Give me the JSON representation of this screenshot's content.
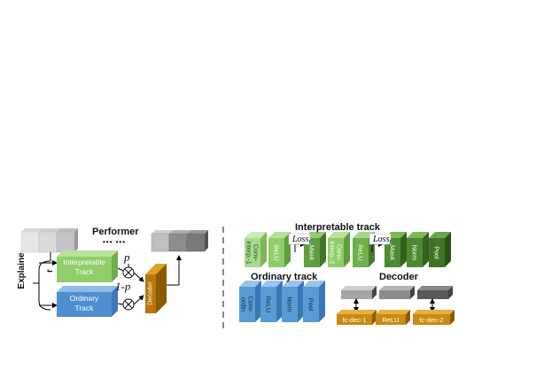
{
  "left": {
    "performer_label": "Performer",
    "dots": "••• •••",
    "explainer_label": "Explaine\nr",
    "interpretable_track": "Interpretable\nTrack",
    "ordinary_track": "Ordinary\nTrack",
    "p_label": "p",
    "one_minus_p_label": "1-p",
    "decoder_label": "Decoder"
  },
  "right": {
    "interpretable_title": "Interpretable track",
    "interpretable_layers": [
      "Conv-\ninterp.-1",
      "ReLU",
      "Mask",
      "Conv-\ninterp.-2",
      "ReLU",
      "Mask",
      "Norm",
      "Pool"
    ],
    "loss_label_1": "Loss",
    "loss_label_2": "Loss",
    "loss_subscript": "I",
    "ordinary_title": "Ordinary track",
    "ordinary_layers": [
      "Conv-\nordin",
      "ReLU",
      "Norm",
      "Pool"
    ],
    "decoder_title": "Decoder",
    "decoder_layers": [
      "fc-dec-1",
      "ReLU",
      "fc-dec-2"
    ]
  },
  "colors": {
    "interp_light": "#9bd47a",
    "interp_dark": "#4e8a32",
    "ordinary": "#5b9bd5",
    "decoder": "#c98a10",
    "gray": "#a6a6a6",
    "dark_gray": "#595959"
  }
}
